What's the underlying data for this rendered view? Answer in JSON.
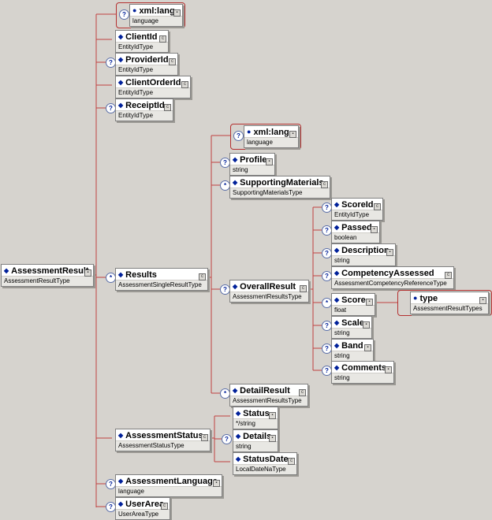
{
  "colors": {
    "background": "#d6d3ce",
    "connector": "#c04040",
    "diamond": "#00209a"
  },
  "icons": {
    "element": "diamond-icon",
    "attribute": "dot-icon",
    "optional": "question-icon",
    "repeat": "asterisk-icon",
    "complex_type": "complex-type-icon"
  },
  "root": {
    "name": "AssessmentResult",
    "type": "AssessmentResultType"
  },
  "root_attr": {
    "name": "xml:lang",
    "type": "language",
    "occurs": "?"
  },
  "client_id": {
    "name": "ClientId",
    "type": "EntityIdType"
  },
  "provider_id": {
    "name": "ProviderId",
    "type": "EntityIdType",
    "occurs": "?"
  },
  "client_order_id": {
    "name": "ClientOrderId",
    "type": "EntityIdType"
  },
  "receipt_id": {
    "name": "ReceiptId",
    "type": "EntityIdType",
    "occurs": "?"
  },
  "results": {
    "name": "Results",
    "type": "AssessmentSingleResultType",
    "occurs": "*"
  },
  "results_attr": {
    "name": "xml:lang",
    "type": "language",
    "occurs": "?"
  },
  "profile": {
    "name": "Profile",
    "type": "string",
    "occurs": "?"
  },
  "supporting_materials": {
    "name": "SupportingMaterials",
    "type": "SupportingMaterialsType",
    "occurs": "*"
  },
  "overall_result": {
    "name": "OverallResult",
    "type": "AssessmentResultsType",
    "occurs": "?"
  },
  "score_id": {
    "name": "ScoreId",
    "type": "EntityIdType",
    "occurs": "?"
  },
  "passed": {
    "name": "Passed",
    "type": "boolean",
    "occurs": "?"
  },
  "description": {
    "name": "Description",
    "type": "string",
    "occurs": "?"
  },
  "competency_assessed": {
    "name": "CompetencyAssessed",
    "type": "AssessmentCompetencyReferenceType",
    "occurs": "?"
  },
  "score": {
    "name": "Score",
    "type": "float",
    "occurs": "*"
  },
  "score_attr": {
    "name": "type",
    "type": "AssessmentResultTypes"
  },
  "scale": {
    "name": "Scale",
    "type": "string",
    "occurs": "?"
  },
  "band": {
    "name": "Band",
    "type": "string",
    "occurs": "?"
  },
  "comments": {
    "name": "Comments",
    "type": "string",
    "occurs": "?"
  },
  "detail_result": {
    "name": "DetailResult",
    "type": "AssessmentResultsType",
    "occurs": "*"
  },
  "assessment_status": {
    "name": "AssessmentStatus",
    "type": "AssessmentStatusType"
  },
  "status": {
    "name": "Status",
    "type": "*/string"
  },
  "details": {
    "name": "Details",
    "type": "string",
    "occurs": "?"
  },
  "status_date": {
    "name": "StatusDate",
    "type": "LocalDateNaType"
  },
  "assessment_language": {
    "name": "AssessmentLanguage",
    "type": "language",
    "occurs": "?"
  },
  "user_area": {
    "name": "UserArea",
    "type": "UserAreaType",
    "occurs": "?"
  }
}
